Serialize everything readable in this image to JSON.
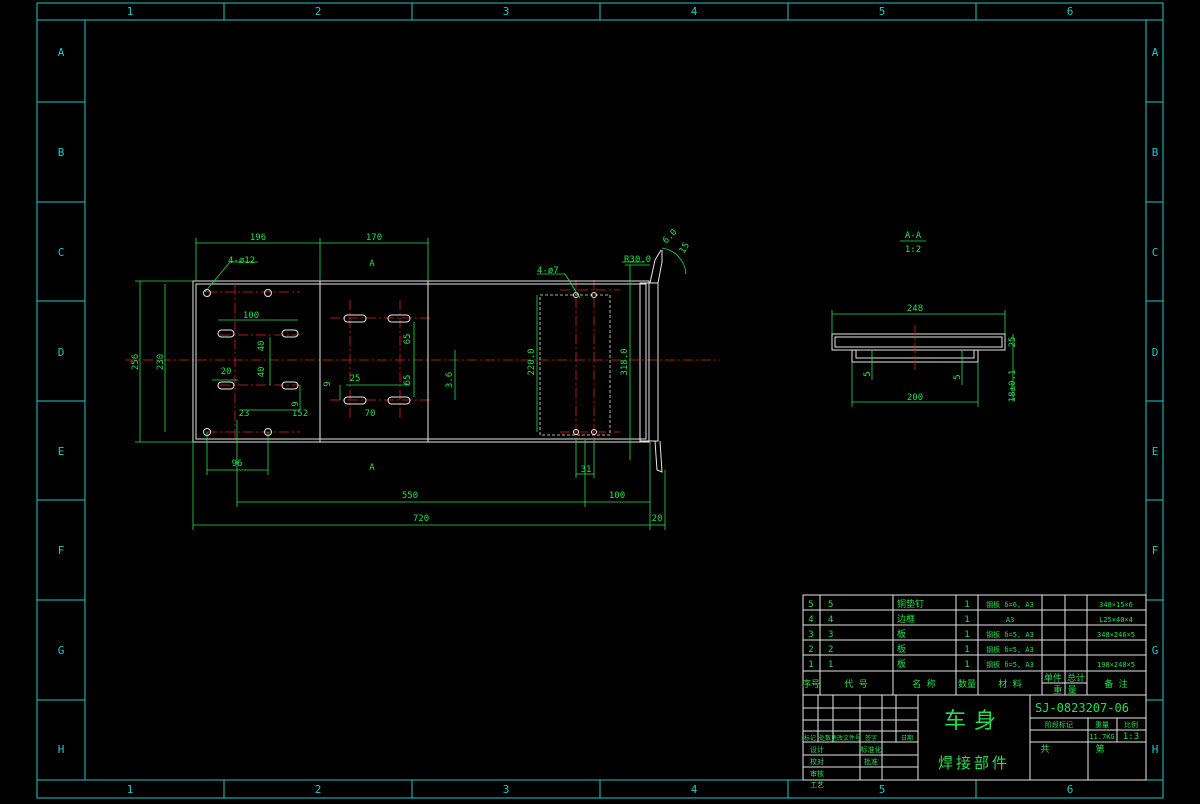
{
  "frame": {
    "columns": [
      "1",
      "2",
      "3",
      "4",
      "5",
      "6"
    ],
    "rows": [
      "A",
      "B",
      "C",
      "D",
      "E",
      "F",
      "G",
      "H"
    ]
  },
  "plan": {
    "dims": {
      "d196": "196",
      "d170": "170",
      "d100": "100",
      "d40a": "40",
      "d40b": "40",
      "d20": "20",
      "d23": "23",
      "d152": "152",
      "d9a": "9",
      "d9b": "9",
      "d25": "25",
      "d70": "70",
      "d65a": "65",
      "d65b": "65",
      "d36": "3.6",
      "d2200": "220.0",
      "d3180": "318.0",
      "d31": "31",
      "d96": "96",
      "d550": "550",
      "d100b": "100",
      "d720": "720",
      "d20b": "20",
      "d256": "256",
      "d230": "230",
      "r30": "R30.0",
      "d60": "6.0",
      "d15": "15"
    },
    "holes12": "4-ø12",
    "holes7": "4-ø7",
    "section_mark_top": "A",
    "section_mark_bottom": "A"
  },
  "section": {
    "title": "A-A",
    "scale": "1:2",
    "dims": {
      "d248": "248",
      "d200": "200",
      "d25": "25",
      "d5a": "5",
      "d5b": "5",
      "d18": "18±0.1"
    }
  },
  "bom": {
    "rows": [
      {
        "no": "5",
        "code": "5",
        "name": "铜垫钉",
        "qty": "1",
        "mat": "钢板 δ=6, A3",
        "note": "348×15×6"
      },
      {
        "no": "4",
        "code": "4",
        "name": "边框",
        "qty": "1",
        "mat": "A3",
        "note": "L25×40×4"
      },
      {
        "no": "3",
        "code": "3",
        "name": "板",
        "qty": "1",
        "mat": "钢板 δ=5, A3",
        "note": "348×246×5"
      },
      {
        "no": "2",
        "code": "2",
        "name": "板",
        "qty": "1",
        "mat": "钢板 δ=5, A3",
        "note": ""
      },
      {
        "no": "1",
        "code": "1",
        "name": "板",
        "qty": "1",
        "mat": "钢板 δ=5, A3",
        "note": "198×248×5"
      }
    ],
    "header": {
      "no": "序号",
      "code": "代  号",
      "name": "名  称",
      "qty": "数量",
      "mat": "材    料",
      "single": "单件",
      "total": "总计",
      "weight": "重  量",
      "note": "备  注"
    }
  },
  "title_block": {
    "drawing_no": "SJ-0823207-06",
    "part_name": "车身",
    "part_desc": "焊接部件",
    "labels": {
      "stage": "阶段标记",
      "weight": "重量",
      "ratio": "比例"
    },
    "weight_val": "11.7KG",
    "scale_val": "1:3",
    "sheet": "共",
    "sheet2": "第",
    "sign_labels": [
      "标记",
      "处数",
      "更改文件号",
      "签字",
      "日期"
    ],
    "roles": [
      "设计",
      "校对",
      "审核",
      "工艺"
    ],
    "roles2": [
      "标准化",
      "批准"
    ]
  },
  "colors": {
    "frame": "#1fc8c8",
    "outline": "#e6e6e6",
    "dims": "#22e04a",
    "center": "#e02020"
  }
}
